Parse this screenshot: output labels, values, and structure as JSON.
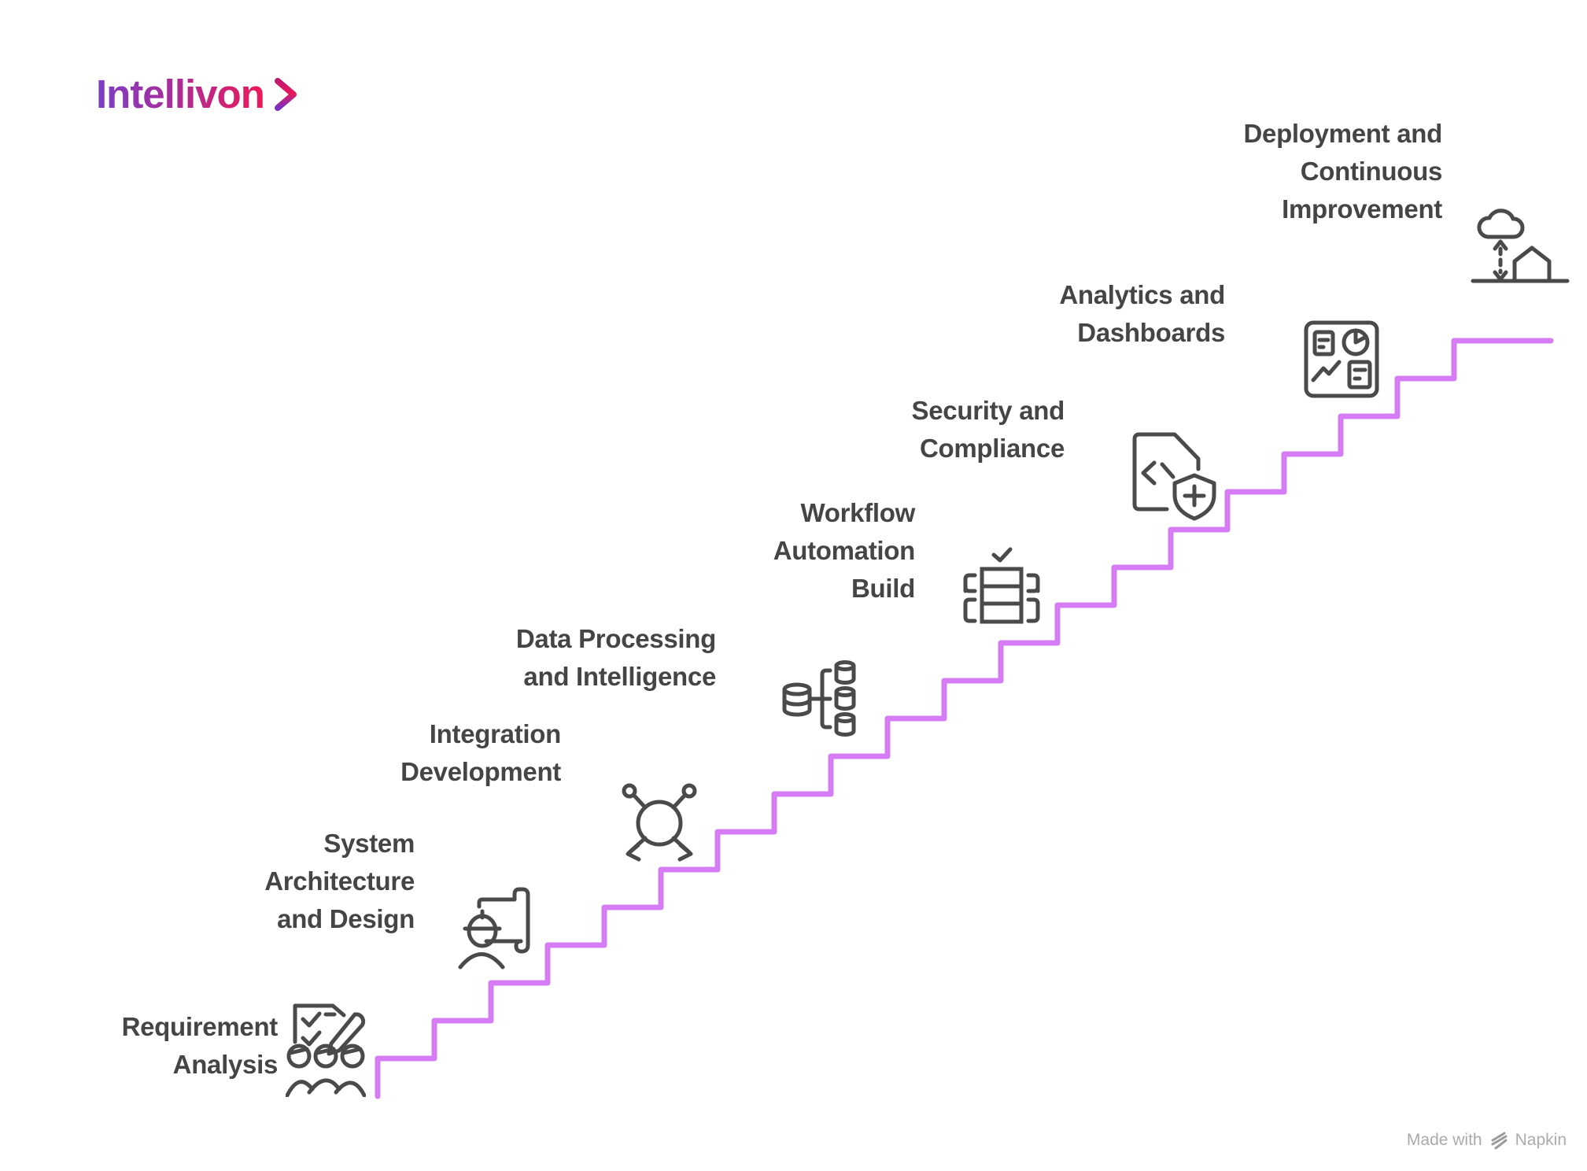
{
  "brand": {
    "name": "Intellivon"
  },
  "diagram_type": "staircase-process",
  "steps": [
    {
      "order": 1,
      "label": "Requirement Analysis",
      "lines": [
        "Requirement",
        "Analysis"
      ],
      "icon": "requirement-analysis-icon"
    },
    {
      "order": 2,
      "label": "System Architecture and Design",
      "lines": [
        "System",
        "Architecture",
        "and Design"
      ],
      "icon": "engineer-blueprint-icon"
    },
    {
      "order": 3,
      "label": "Integration Development",
      "lines": [
        "Integration",
        "Development"
      ],
      "icon": "integration-hub-icon"
    },
    {
      "order": 4,
      "label": "Data Processing and Intelligence",
      "lines": [
        "Data Processing",
        "and Intelligence"
      ],
      "icon": "database-distribution-icon"
    },
    {
      "order": 5,
      "label": "Workflow Automation Build",
      "lines": [
        "Workflow",
        "Automation",
        "Build"
      ],
      "icon": "workflow-table-check-icon"
    },
    {
      "order": 6,
      "label": "Security and Compliance",
      "lines": [
        "Security and",
        "Compliance"
      ],
      "icon": "code-shield-icon"
    },
    {
      "order": 7,
      "label": "Analytics and Dashboards",
      "lines": [
        "Analytics and",
        "Dashboards"
      ],
      "icon": "analytics-dashboard-icon"
    },
    {
      "order": 8,
      "label": "Deployment and Continuous Improvement",
      "lines": [
        "Deployment and",
        "Continuous",
        "Improvement"
      ],
      "icon": "cloud-deployment-icon"
    }
  ],
  "footer": {
    "made_with": "Made with",
    "brand": "Napkin"
  },
  "colors": {
    "staircase": "#D57CF2",
    "icon_stroke": "#4A4A4A",
    "label_text": "#454545",
    "logo_gradient_start": "#7B3FC6",
    "logo_gradient_end": "#EC1A58",
    "footer_text": "#ABABAB"
  }
}
